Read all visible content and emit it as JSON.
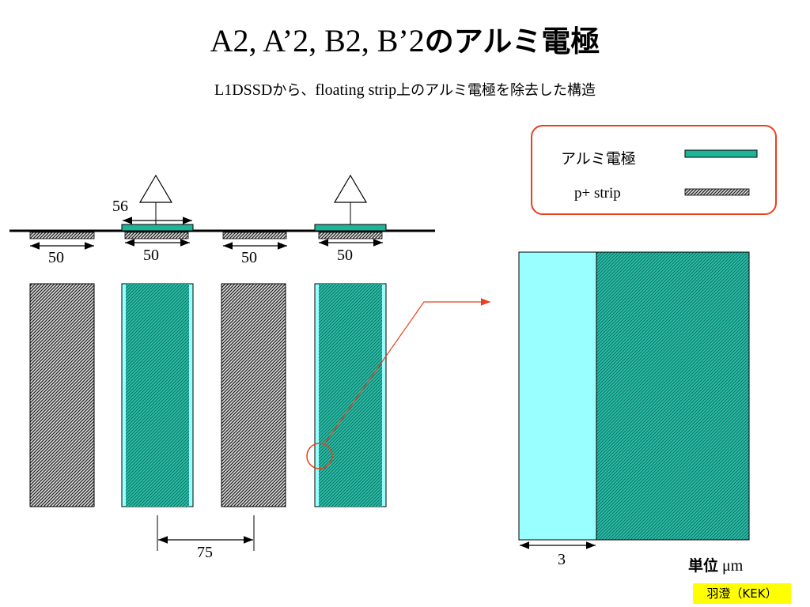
{
  "title": {
    "latin": "A2, A’2, B2, B’2",
    "jp": "のアルミ電極"
  },
  "subtitle": {
    "latin1": "L1DSSD",
    "jp1": "から、",
    "latin2": "floating strip",
    "jp2": "上のアルミ電極を除去した構造"
  },
  "dimensions": {
    "aluminum_width": "56",
    "strip_widths": [
      "50",
      "50",
      "50",
      "50"
    ],
    "pitch": "75",
    "edge_gap": "3"
  },
  "legend": {
    "aluminum_label": "アルミ電極",
    "pstrip_label": "p+ strip"
  },
  "unit": {
    "label_jp": "単位",
    "symbol": "μm"
  },
  "credit": "羽澄（KEK）",
  "colors": {
    "aluminum": "#1fb39a",
    "aluminum_light": "#99ffff",
    "hatch_dark": "#333333",
    "accent_red": "#e8401c"
  }
}
